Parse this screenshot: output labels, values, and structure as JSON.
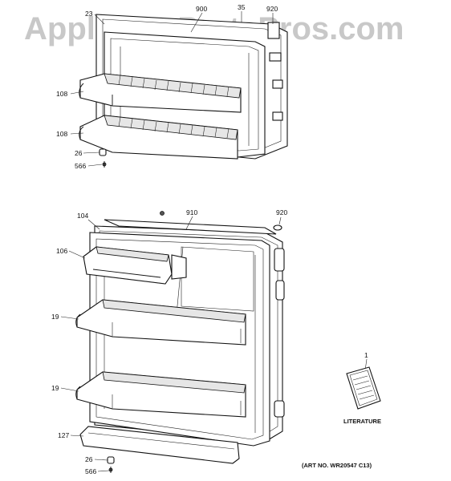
{
  "watermark": "AppliancePartsPros.com",
  "callouts": {
    "top_23": "23",
    "top_900": "900",
    "top_35": "35",
    "top_920": "920",
    "top_108a": "108",
    "top_108b": "108",
    "top_26": "26",
    "top_566": "566",
    "bot_104": "104",
    "bot_910": "910",
    "bot_920": "920",
    "bot_106": "106",
    "bot_19a": "19",
    "bot_19b": "19",
    "bot_127": "127",
    "bot_26": "26",
    "bot_566": "566",
    "lit_1": "1"
  },
  "literature_label": "LITERATURE",
  "art_number": "(ART NO. WR20547 C13)"
}
